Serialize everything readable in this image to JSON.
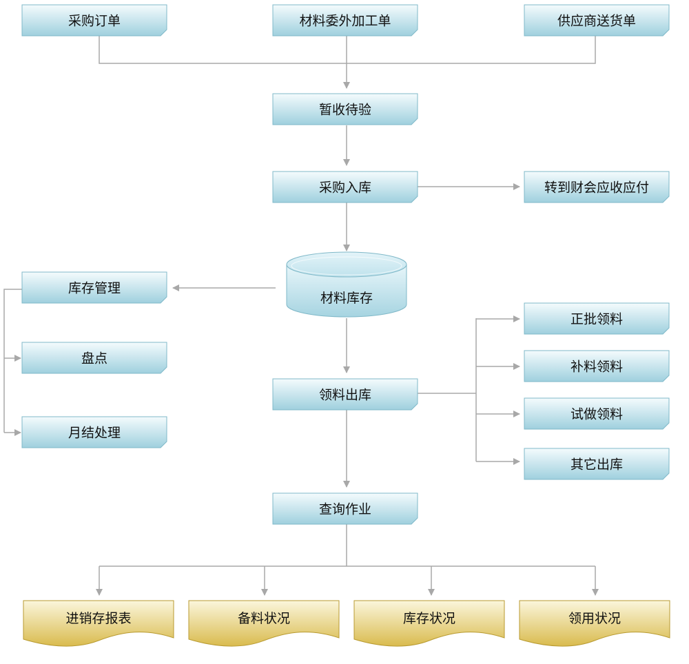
{
  "colors": {
    "process_top": "#f4fbfd",
    "process_bottom": "#9fd0de",
    "process_edge": "#7fb8c8",
    "report_top": "#fbf6dc",
    "report_bottom": "#d9bb4e",
    "report_edge": "#b89a30",
    "connector": "#a8a8a8"
  },
  "nodes": {
    "purchase_order": "采购订单",
    "outsourcing_order": "材料委外加工单",
    "supplier_delivery": "供应商送货单",
    "temp_receipt": "暂收待验",
    "purchase_inbound": "采购入库",
    "to_finance": "转到财会应收应付",
    "material_stock": "材料库存",
    "stock_management": "库存管理",
    "stocktaking": "盘点",
    "month_end": "月结处理",
    "material_outbound": "领料出库",
    "regular_issue": "正批领料",
    "supplement_issue": "补料领料",
    "trial_issue": "试做领料",
    "other_outbound": "其它出库",
    "query": "查询作业"
  },
  "reports": {
    "inout_report": "进销存报表",
    "prep_status": "备料状况",
    "stock_status": "库存状况",
    "usage_status": "领用状况"
  }
}
